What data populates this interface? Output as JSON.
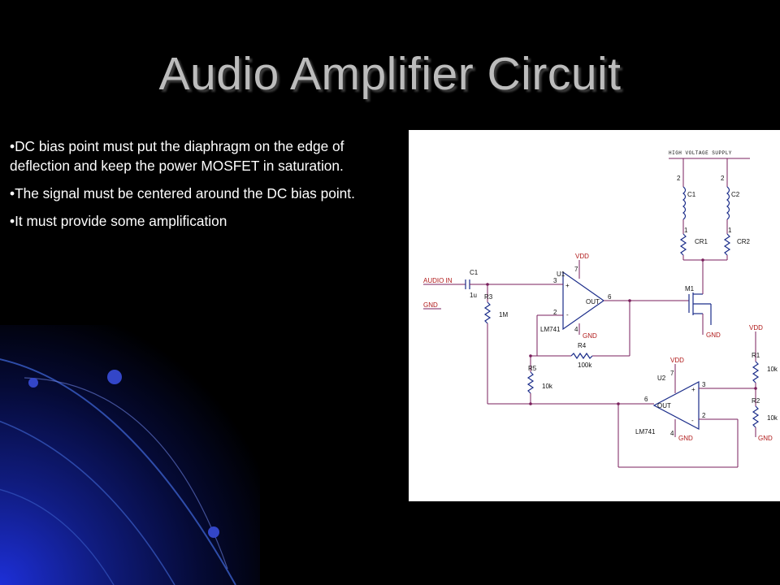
{
  "slide": {
    "title": "Audio Amplifier Circuit",
    "bullets": [
      "DC bias point must put the diaphragm on the edge of deflection and keep the power MOSFET in saturation.",
      "The signal must be centered around the DC bias point.",
      "It must provide some amplification"
    ]
  },
  "schematic": {
    "labels": {
      "hv_supply": "HIGH VOLTAGE SUPPLY",
      "c1_top": "C1",
      "c2_top": "C2",
      "cr1": "CR1",
      "cr2": "CR2",
      "pin2_l": "2",
      "pin2_r": "2",
      "pin1_l": "1",
      "pin1_r": "1",
      "vdd_u1": "VDD",
      "audio_in": "AUDIO IN",
      "gnd_in": "GND",
      "c1": "C1",
      "c1_val": "1u",
      "r3": "R3",
      "r3_val": "1M",
      "u1": "U1",
      "u1_pin3": "3",
      "u1_pin2": "2",
      "u1_pin7": "7",
      "u1_pin4": "4",
      "u1_plus": "+",
      "u1_minus": "-",
      "u1_out": "OUT",
      "u1_pin6": "6",
      "u1_part": "LM741",
      "gnd_u1": "GND",
      "r4": "R4",
      "r4_val": "100k",
      "m1": "M1",
      "gnd_m1": "GND",
      "r5": "R5",
      "r5_val": "10k",
      "vdd_u2": "VDD",
      "u2": "U2",
      "u2_pin7": "7",
      "u2_pin4": "4",
      "u2_pin6": "6",
      "u2_pin3": "3",
      "u2_pin2": "2",
      "u2_plus": "+",
      "u2_minus": "-",
      "u2_out": "OUT",
      "u2_part": "LM741",
      "gnd_u2": "GND",
      "vdd_r1": "VDD",
      "r1": "R1",
      "r1_val": "10k",
      "r2": "R2",
      "r2_val": "10k",
      "gnd_r2": "GND"
    }
  }
}
